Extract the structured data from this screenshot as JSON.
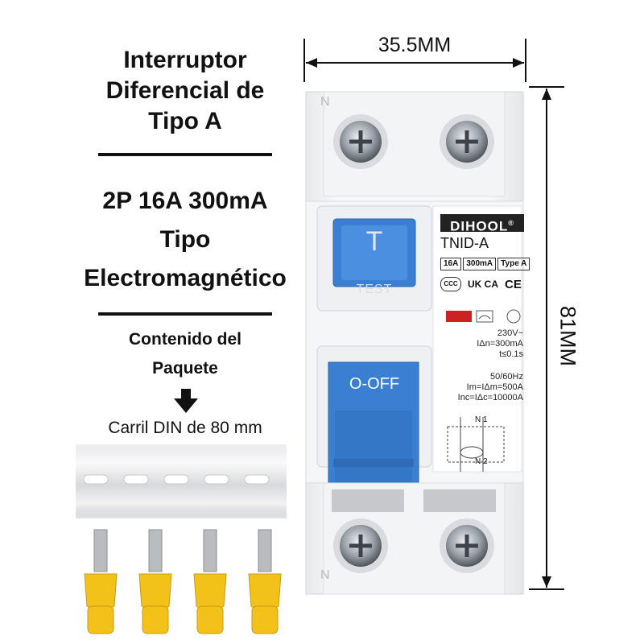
{
  "title": "Interruptor Diferencial de Tipo A",
  "title_lines": [
    "Interruptor",
    "Diferencial de",
    "Tipo A"
  ],
  "specs_lines": [
    "2P 16A 300mA",
    "Tipo",
    "Electromagnético"
  ],
  "package_lines": [
    "Contenido del",
    "Paquete"
  ],
  "rail_label": "Carril DIN de 80 mm",
  "dimensions": {
    "width": "35.5MM",
    "height": "81MM"
  },
  "device": {
    "brand": "DIHOOL",
    "registered": "®",
    "model": "TNID-A",
    "badges": [
      "16A",
      "300mA",
      "Type A"
    ],
    "marks": [
      "UK CA",
      "CE"
    ],
    "test_label": "T",
    "test_text": "TEST",
    "switch_label": "O-OFF",
    "neutral_mark": "N",
    "ratings_1": [
      "230V~",
      "IΔn=300mA",
      "t≤0.1s"
    ],
    "ratings_2": [
      "50/60Hz",
      "Im=IΔm=500A",
      "Inc=IΔc=10000A"
    ],
    "terminal_top": "N 1",
    "terminal_bottom": "N 2",
    "status_indicator_color": "#cc2222"
  },
  "colors": {
    "accent_blue": "#3a7fd1",
    "terminal_yellow": "#f2c21a",
    "body_white": "#f4f5f6"
  },
  "terminals_count": 4
}
